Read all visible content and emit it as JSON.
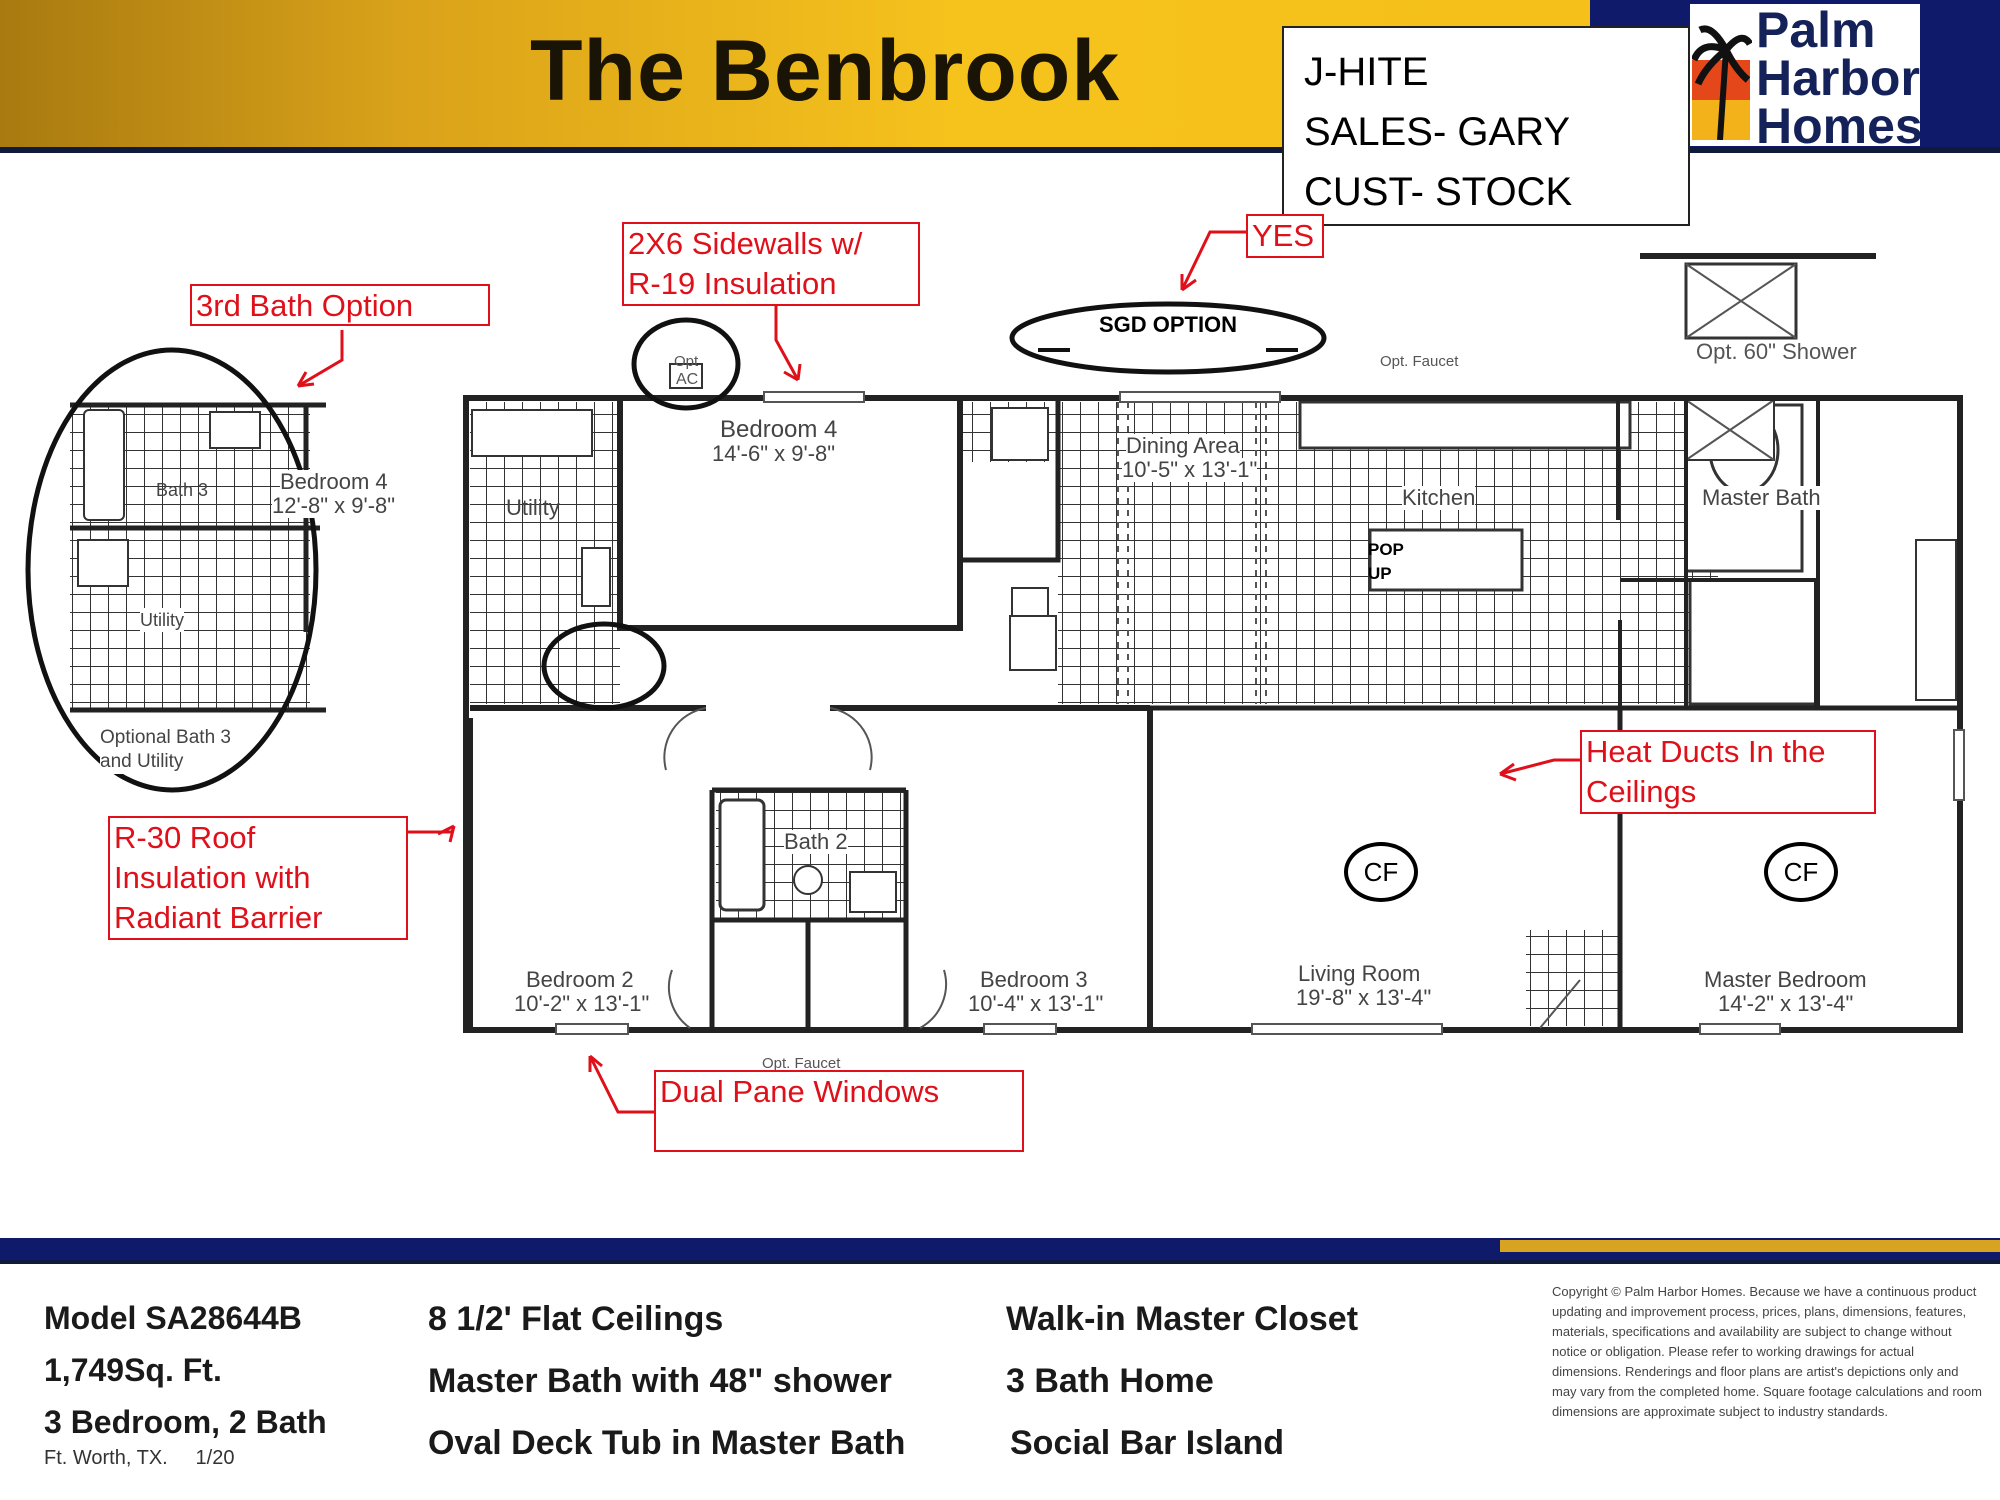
{
  "header": {
    "title": "The Benbrook",
    "stock_lines": [
      "J-HITE",
      "SALES- GARY",
      "CUST- STOCK"
    ],
    "logo_lines": [
      "Palm",
      "Harbor",
      "Homes"
    ]
  },
  "callouts": {
    "third_bath": "3rd Bath Option",
    "sidewalls_line1": "2X6 Sidewalls w/",
    "sidewalls_line2": "R-19 Insulation",
    "yes": "YES",
    "sgd_option": "SGD OPTION",
    "roof_line1": "R-30 Roof",
    "roof_line2": "Insulation with",
    "roof_line3": "Radiant Barrier",
    "heat_line1": "Heat Ducts In the",
    "heat_line2": "Ceilings",
    "windows": "Dual Pane Windows",
    "pop_up_line1": "POP",
    "pop_up_line2": "UP",
    "cf": "CF"
  },
  "plan": {
    "opt_ac_line1": "Opt",
    "opt_ac_line2": "AC",
    "opt_faucet": "Opt. Faucet",
    "opt_shower": "Opt. 60\" Shower",
    "bedroom4_name": "Bedroom 4",
    "bedroom4_size": "14'-6\" x 9'-8\"",
    "utility": "Utility",
    "dining_name": "Dining Area",
    "dining_size": "10'-5\" x 13'-1\"",
    "kitchen": "Kitchen",
    "master_bath": "Master Bath",
    "bath2": "Bath 2",
    "bedroom2_name": "Bedroom 2",
    "bedroom2_size": "10'-2\" x 13'-1\"",
    "bedroom3_name": "Bedroom 3",
    "bedroom3_size": "10'-4\" x 13'-1\"",
    "living_name": "Living Room",
    "living_size": "19'-8\" x 13'-4\"",
    "master_bed_name": "Master Bedroom",
    "master_bed_size": "14'-2\" x 13'-4\"",
    "opt_bath3": "Bath 3",
    "opt_bedroom4_name": "Bedroom 4",
    "opt_bedroom4_size": "12'-8\" x 9'-8\"",
    "opt_utility": "Utility",
    "opt_caption_line1": "Optional Bath 3",
    "opt_caption_line2": "and Utility"
  },
  "footer": {
    "model": "Model SA28644B",
    "sqft": "1,749Sq. Ft.",
    "beds_baths": "3 Bedroom, 2 Bath",
    "location": "Ft. Worth, TX.     1/20",
    "features_col1": [
      "8 1/2' Flat Ceilings",
      "Master Bath with 48\" shower",
      "Oval Deck Tub in Master Bath"
    ],
    "features_col2": [
      "Walk-in Master Closet",
      "3 Bath Home",
      "Social Bar Island"
    ],
    "copyright": "Copyright © Palm Harbor Homes. Because we have a continuous product updating and improvement process, prices, plans, dimensions, features, materials, specifications and availability are subject to change without notice or obligation. Please refer to working drawings for actual dimensions. Renderings and floor plans are artist's depictions only and may vary from the completed home. Square footage calculations and room dimensions are approximate subject to industry standards."
  }
}
